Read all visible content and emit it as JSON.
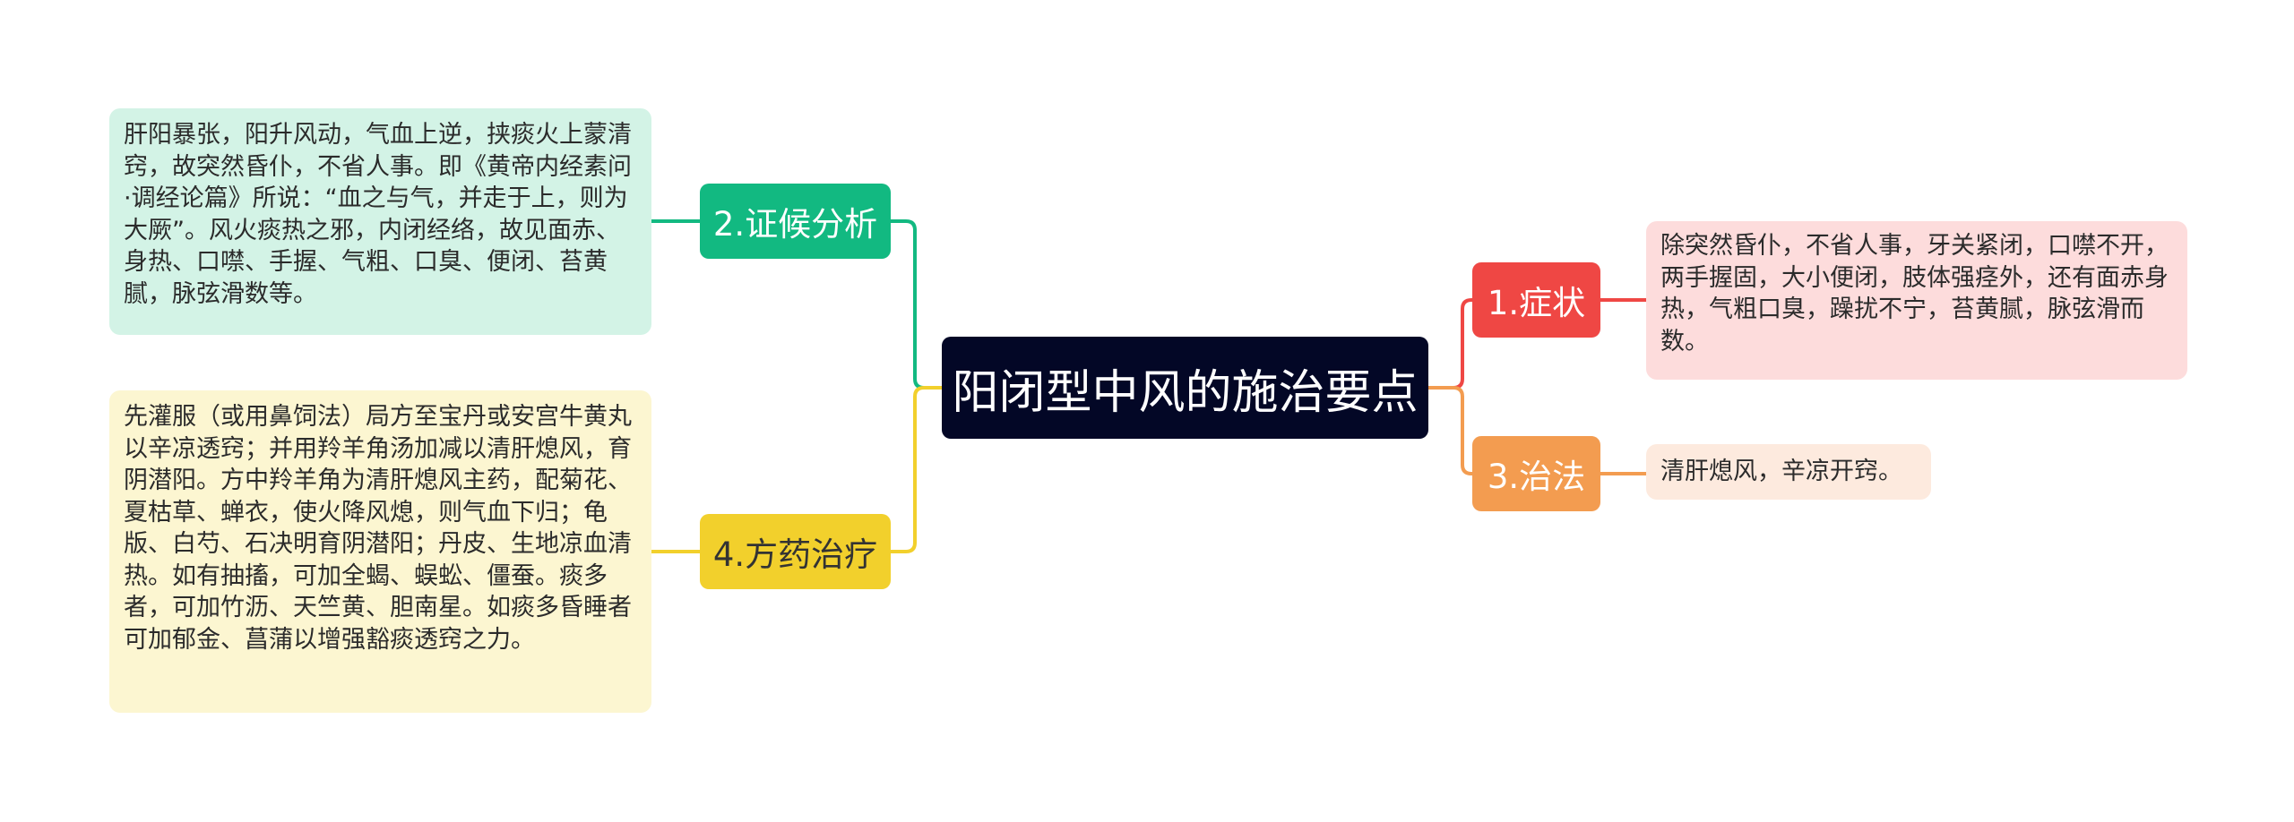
{
  "root": {
    "title": "阳闭型中风的施治要点"
  },
  "branches": {
    "symptoms": {
      "label": "1.症状",
      "detail": "除突然昏仆，不省人事，牙关紧闭，口噤不开，两手握固，大小便闭，肢体强痉外，还有面赤身热，气粗口臭，躁扰不宁，苔黄腻，脉弦滑而数。"
    },
    "treatment_method": {
      "label": "3.治法",
      "detail": "清肝熄风，辛凉开窍。"
    },
    "syndrome_analysis": {
      "label": "2.证候分析",
      "detail": "肝阳暴张，阳升风动，气血上逆，挟痰火上蒙清窍，故突然昏仆，不省人事。即《黄帝内经素问·调经论篇》所说：“血之与气，并走于上，则为大厥”。风火痰热之邪，内闭经络，故见面赤、身热、口噤、手握、气粗、口臭、便闭、苔黄腻，脉弦滑数等。"
    },
    "prescription": {
      "label": "4.方药治疗",
      "detail": "先灌服（或用鼻饲法）局方至宝丹或安宫牛黄丸以辛凉透窍；并用羚羊角汤加减以清肝熄风，育阴潜阳。方中羚羊角为清肝熄风主药，配菊花、夏枯草、蝉衣，使火降风熄，则气血下归；龟版、白芍、石决明育阴潜阳；丹皮、生地凉血清热。如有抽搐，可加全蝎、蜈蚣、僵蚕。痰多者，可加竹沥、天竺黄、胆南星。如痰多昏睡者可加郁金、菖蒲以增强豁痰透窍之力。"
    }
  },
  "colors": {
    "root": "#030726",
    "symptoms": "#ef4744",
    "treatment_method": "#f39c50",
    "syndrome_analysis": "#12b981",
    "prescription": "#f2d02c"
  }
}
